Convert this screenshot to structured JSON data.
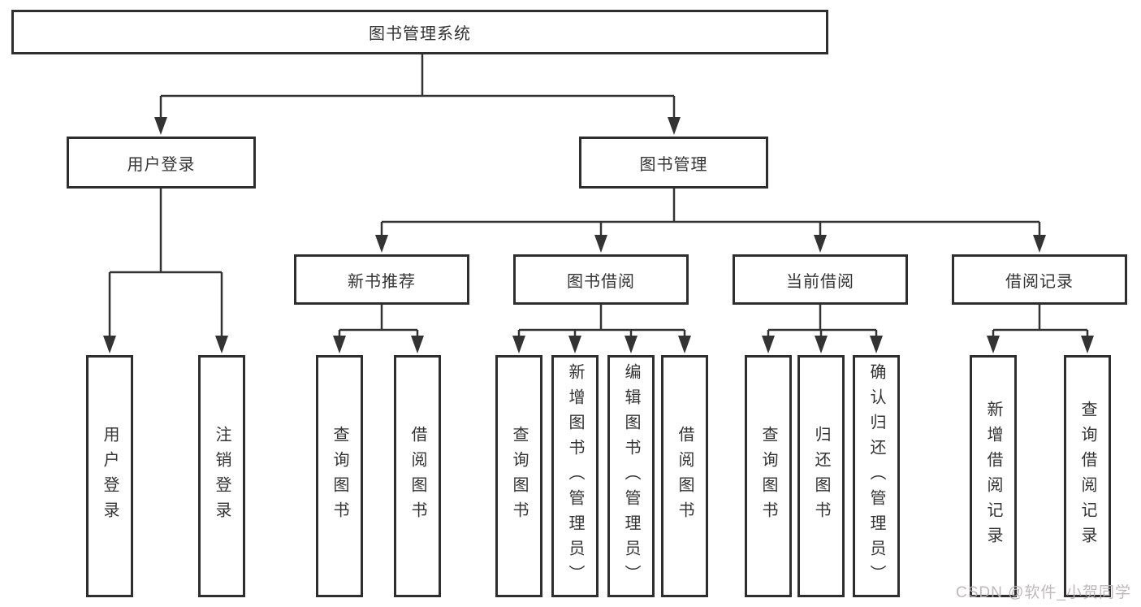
{
  "tree": {
    "root": "图书管理系统",
    "branches": [
      {
        "label": "用户登录",
        "leaves": [
          "用户登录",
          "注销登录"
        ]
      },
      {
        "label": "图书管理",
        "groups": [
          {
            "label": "新书推荐",
            "leaves": [
              "查询图书",
              "借阅图书"
            ]
          },
          {
            "label": "图书借阅",
            "leaves": [
              "查询图书",
              "新增图书（管理员）",
              "编辑图书（管理员）",
              "借阅图书"
            ]
          },
          {
            "label": "当前借阅",
            "leaves": [
              "查询图书",
              "归还图书",
              "确认归还（管理员）"
            ]
          },
          {
            "label": "借阅记录",
            "leaves": [
              "新增借阅记录",
              "查询借阅记录"
            ]
          }
        ]
      }
    ]
  },
  "watermark": "CSDN @软件_小贺同学",
  "colors": {
    "line": "#333333",
    "border": "#2e2e2e",
    "text": "#333333",
    "watermark": "#b9b3b6",
    "background": "#ffffff"
  }
}
